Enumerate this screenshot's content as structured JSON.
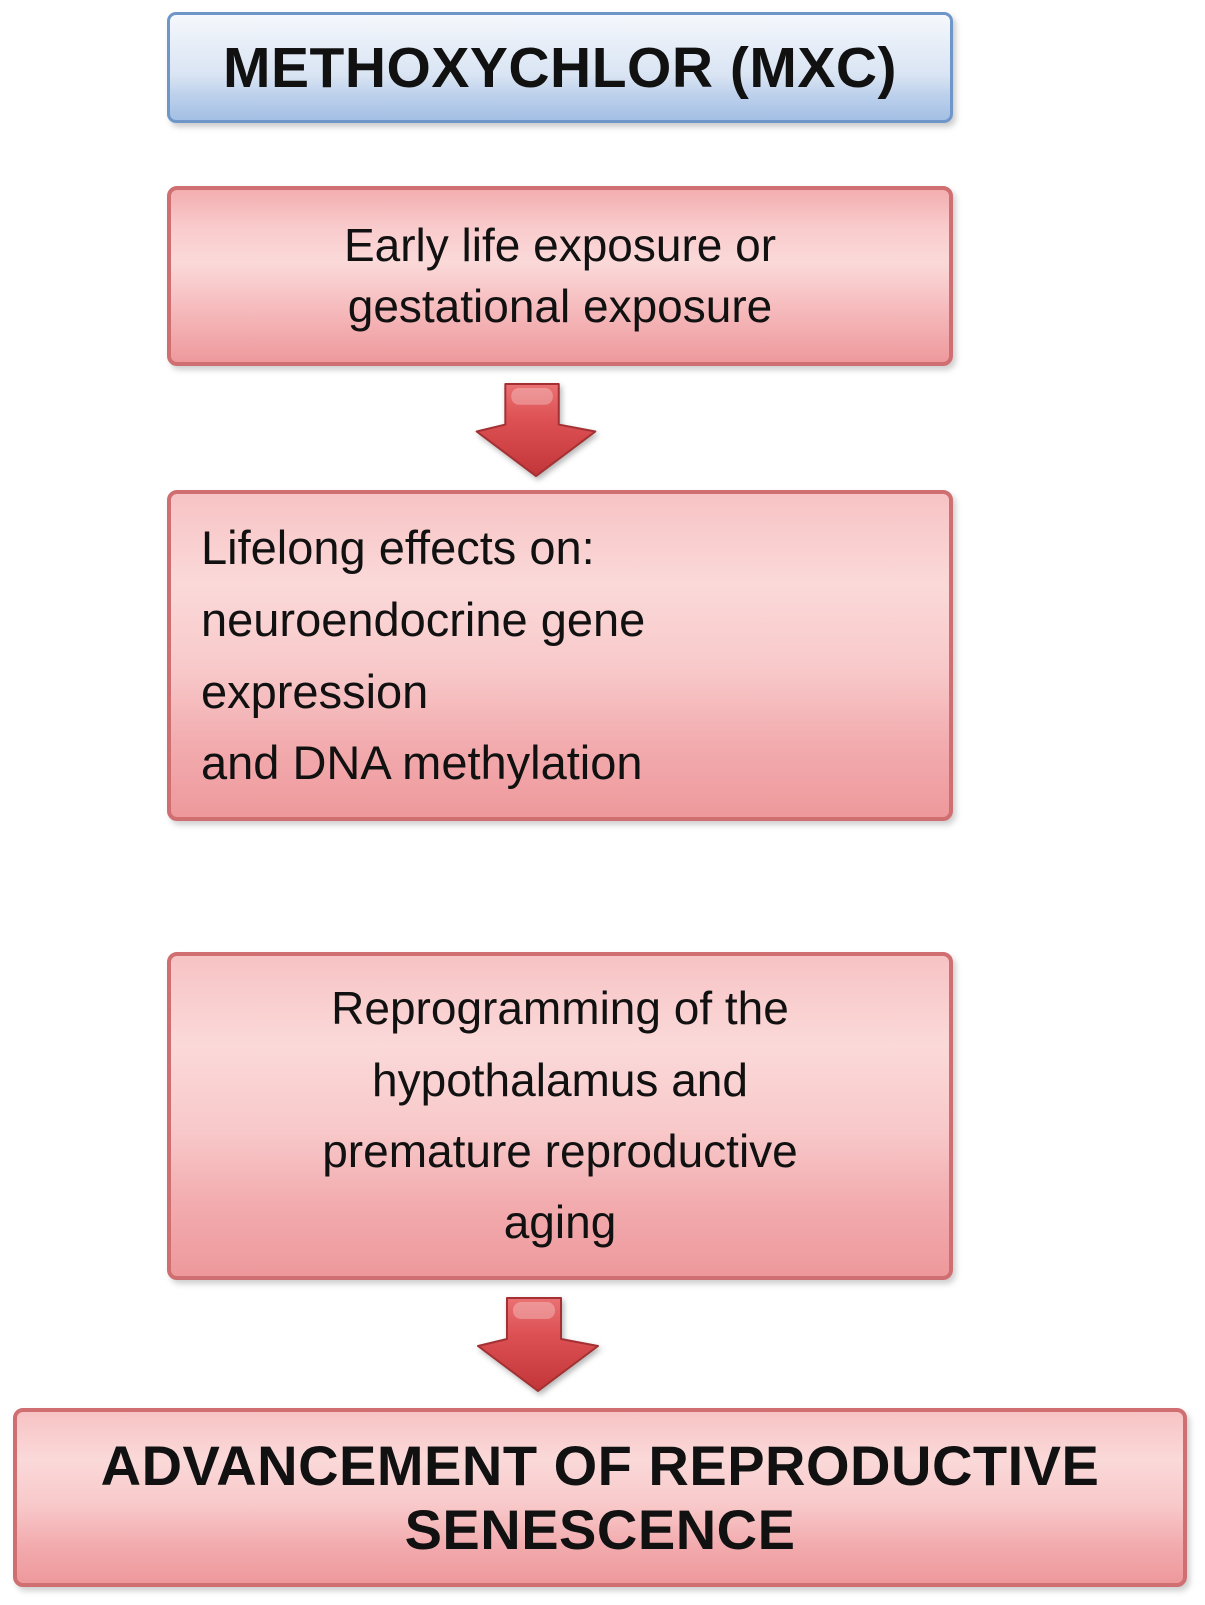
{
  "figure": {
    "type": "flowchart",
    "background": "#ffffff",
    "colors": {
      "blue_box_border": "#6e96c9",
      "blue_box_fill_top": "#f5f8fc",
      "blue_box_fill_bottom": "#a3bfe4",
      "pink_box_border": "#cf6f72",
      "pink_box_fill_light": "#fbd9d9",
      "pink_box_fill_dark": "#ee999c",
      "arrow_red": "#d84547",
      "text_color": "#111111"
    },
    "nodes": [
      {
        "id": "methoxychlor",
        "style": "blue",
        "emphasis": "bold",
        "label": "METHOXYCHLOR (MXC)"
      },
      {
        "id": "early-exposure",
        "style": "pink",
        "emphasis": "regular",
        "label": "Early life exposure or\ngestational exposure"
      },
      {
        "id": "lifelong-effects",
        "style": "pink",
        "emphasis": "regular",
        "label": "Lifelong effects on:\nneuroendocrine gene\nexpression\nand DNA methylation"
      },
      {
        "id": "reprogramming",
        "style": "pink",
        "emphasis": "regular",
        "label": "Reprogramming of the\nhypothalamus and\npremature reproductive\naging"
      },
      {
        "id": "senescence",
        "style": "pink",
        "emphasis": "bold",
        "label": "ADVANCEMENT OF REPRODUCTIVE\nSENESCENCE"
      }
    ],
    "connectors": [
      {
        "from": "early-exposure",
        "to": "lifelong-effects",
        "icon": "down-arrow-icon"
      },
      {
        "from": "reprogramming",
        "to": "senescence",
        "icon": "down-arrow-icon"
      }
    ]
  }
}
